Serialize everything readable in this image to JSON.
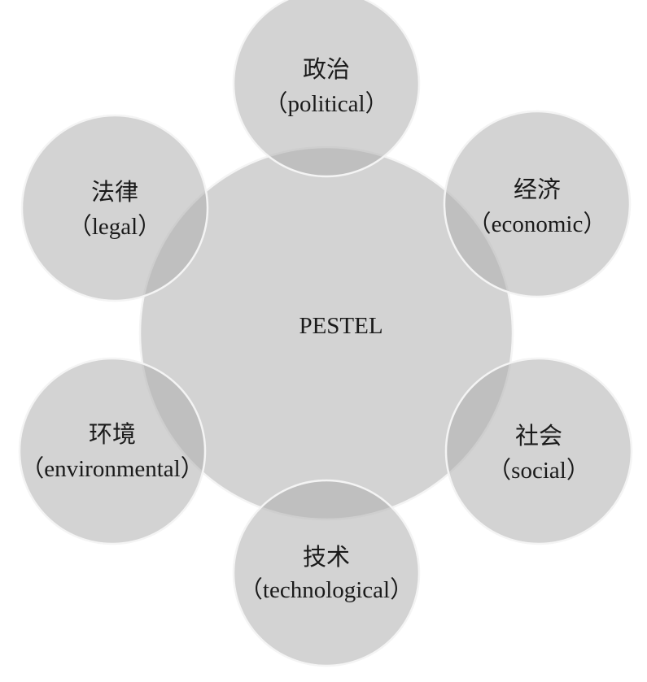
{
  "diagram": {
    "center": {
      "label": "PESTEL"
    },
    "factors": [
      {
        "key": "political",
        "zh": "政治",
        "en": "（political）"
      },
      {
        "key": "economic",
        "zh": "经济",
        "en": "（economic）"
      },
      {
        "key": "social",
        "zh": "社会",
        "en": "（social）"
      },
      {
        "key": "technological",
        "zh": "技术",
        "en": "（technological）"
      },
      {
        "key": "environmental",
        "zh": "环境",
        "en": "（environmental）"
      },
      {
        "key": "legal",
        "zh": "法律",
        "en": "（legal）"
      }
    ],
    "colors": {
      "circle_fill": "#afafaf",
      "circle_stroke": "#f4f4f4",
      "text": "#1a1a1a",
      "background": "#ffffff"
    }
  }
}
